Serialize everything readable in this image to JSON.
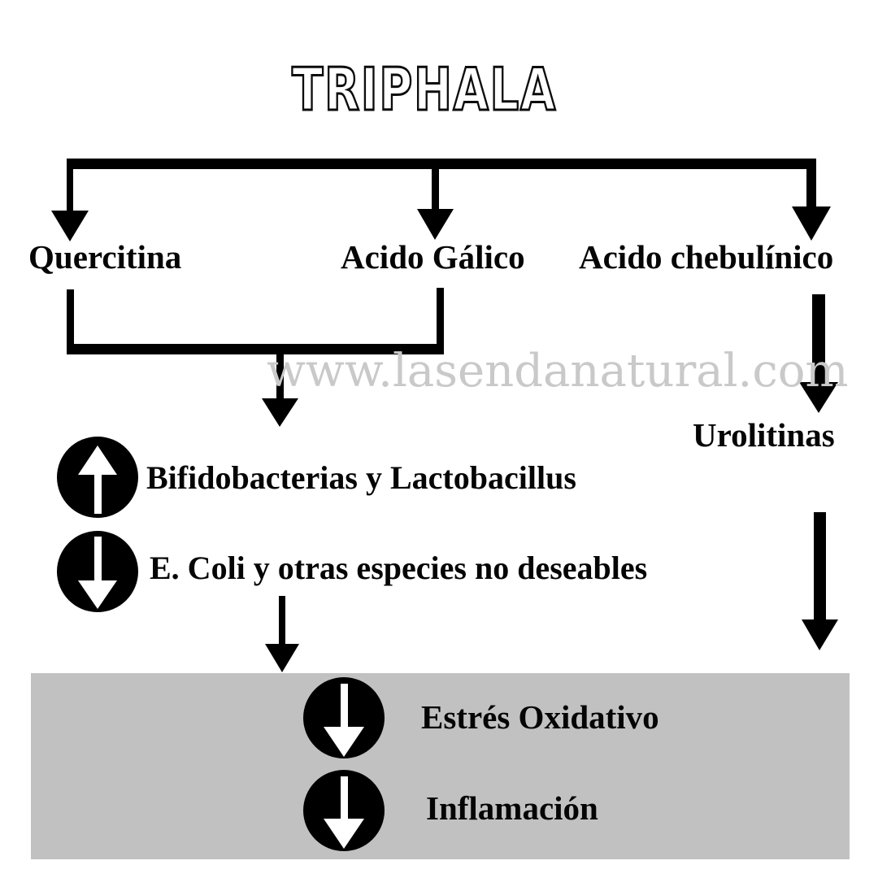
{
  "title": "TRIPHALA",
  "watermark": "www.lasendanatural.com",
  "branches": {
    "left": {
      "label": "Quercitina"
    },
    "center": {
      "label": "Acido Gálico"
    },
    "right": {
      "label": "Acido chebulínico"
    }
  },
  "gut_effects": [
    {
      "icon": "up-arrow-icon",
      "direction": "up",
      "label": "Bifidobacterias y Lactobacillus"
    },
    {
      "icon": "down-arrow-icon",
      "direction": "down",
      "label": "E. Coli y otras especies no deseables"
    }
  ],
  "metabolite": {
    "label": "Urolitinas"
  },
  "outcomes": [
    {
      "icon": "down-arrow-icon",
      "direction": "down",
      "label": "Estrés Oxidativo"
    },
    {
      "icon": "down-arrow-icon",
      "direction": "down",
      "label": "Inflamación"
    }
  ],
  "colors": {
    "background": "#ffffff",
    "line_black": "#000000",
    "outcome_box_gray": "#c1c1c1",
    "watermark_gray": "#c9c9c9",
    "title_fill": "#ffffff",
    "title_outline": "#0c0c0c"
  }
}
